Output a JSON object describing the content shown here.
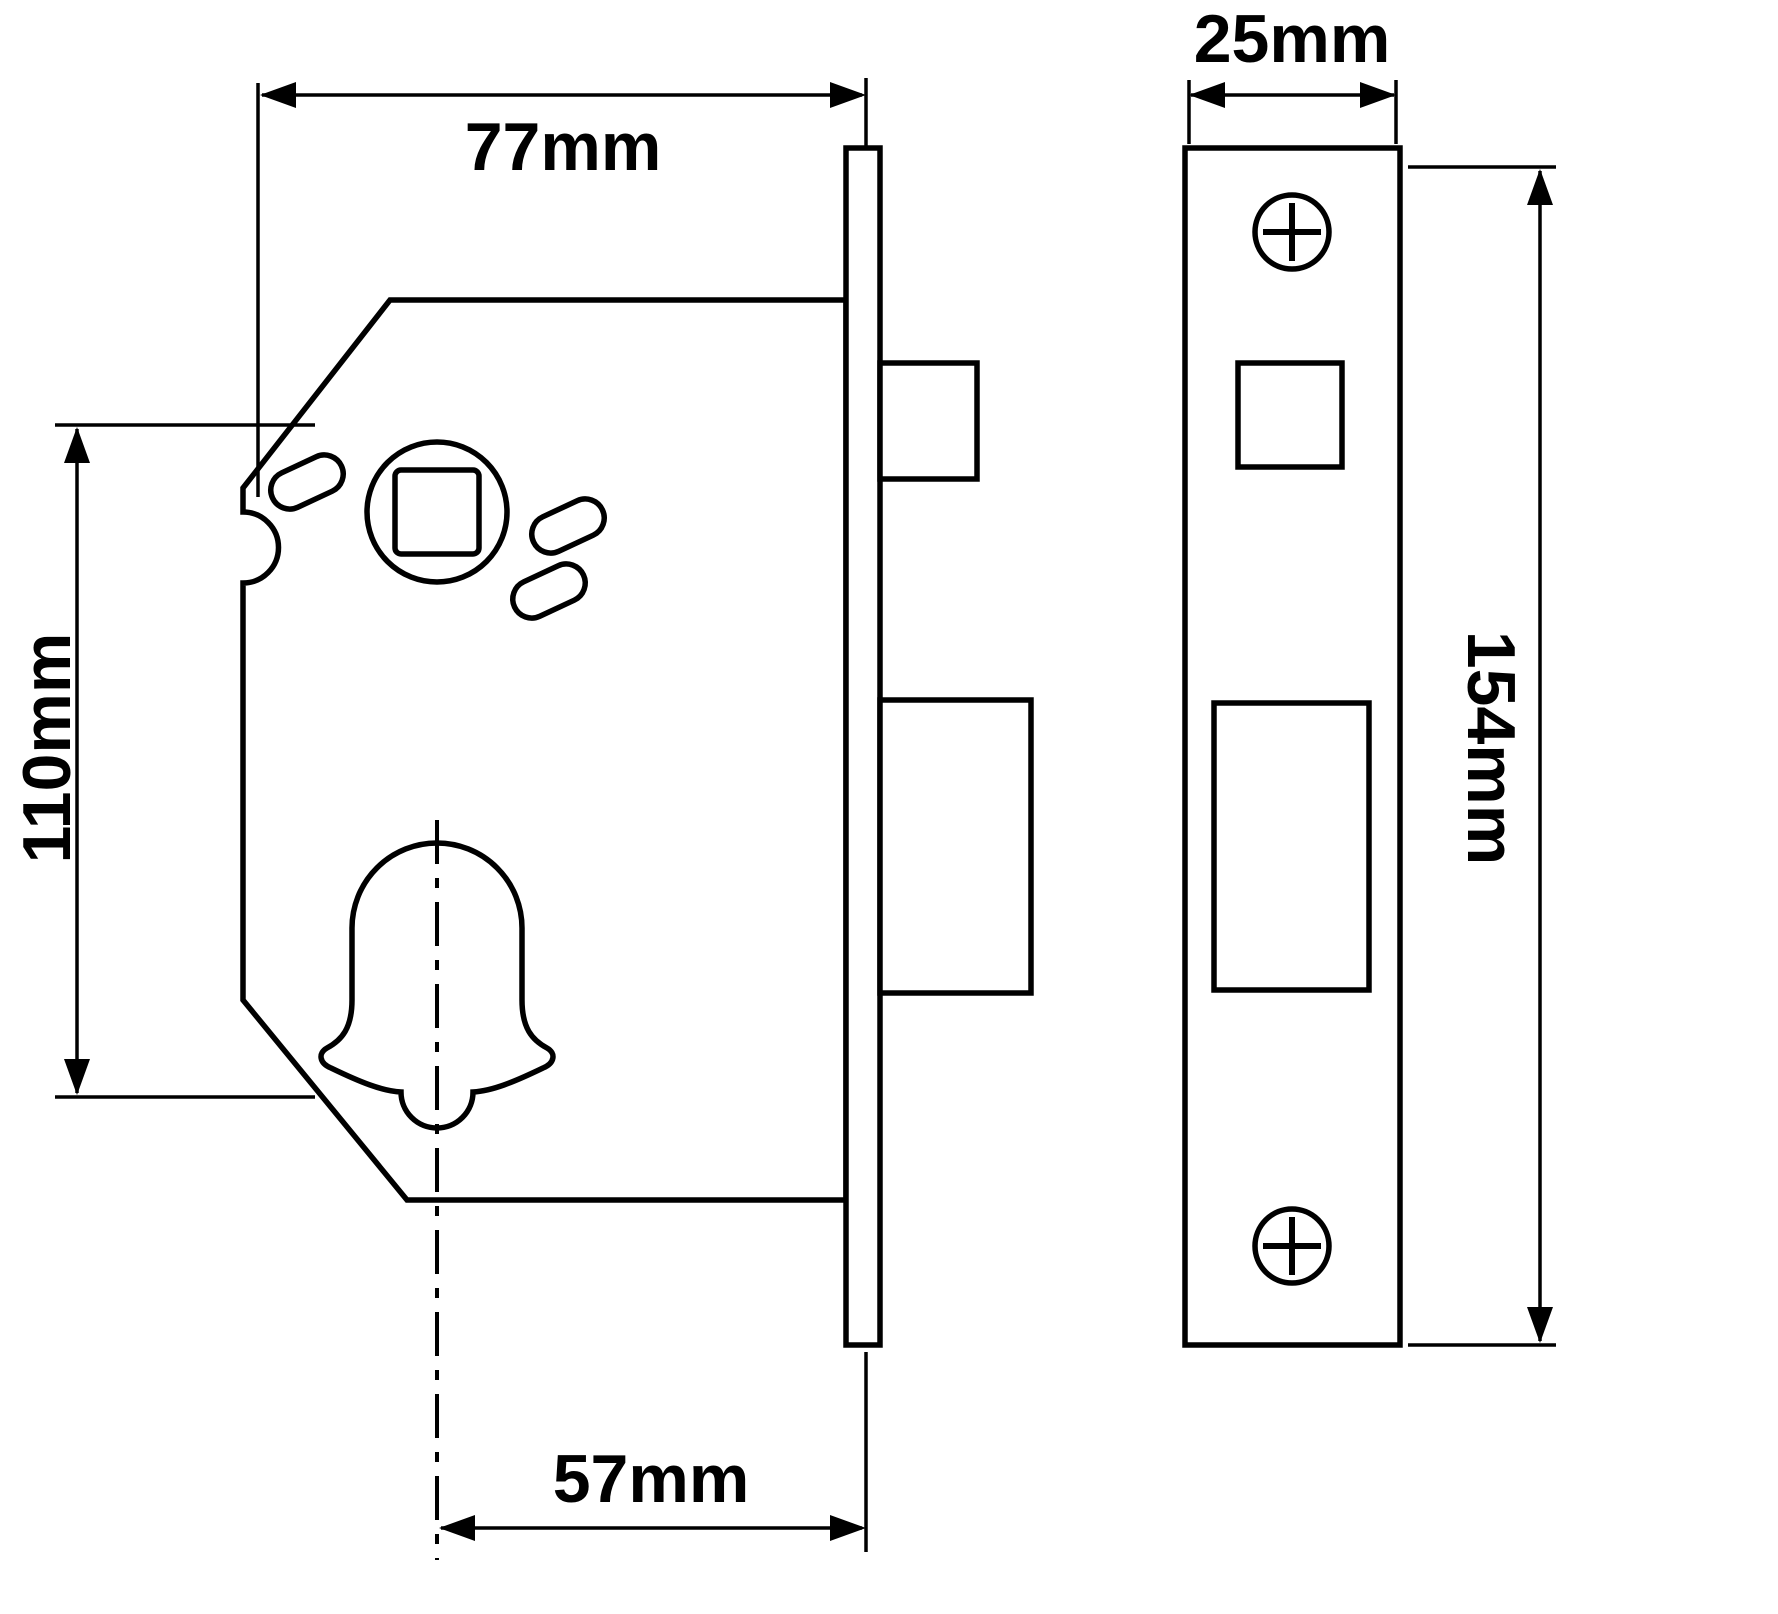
{
  "page": {
    "background": "#ffffff",
    "line_color": "#000000"
  },
  "diagram": {
    "type": "technical-drawing",
    "subject": "mortice-sashlock-dimension-diagram",
    "side_view": {
      "dim_case_width": "77mm",
      "dim_case_height": "110mm",
      "dim_backset": "57mm"
    },
    "faceplate_view": {
      "dim_faceplate_width": "25mm",
      "dim_faceplate_height": "154mm"
    }
  }
}
